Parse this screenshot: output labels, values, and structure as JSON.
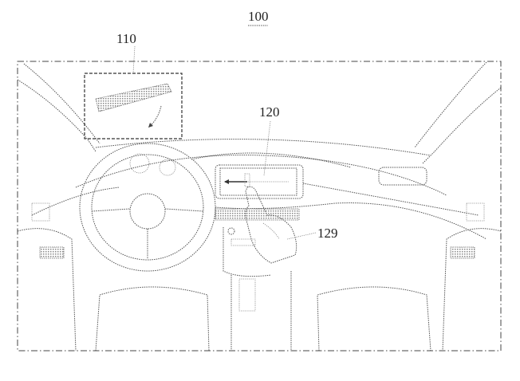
{
  "figure": {
    "labels": {
      "system": "100",
      "camera_view": "110",
      "display": "120",
      "hand": "129"
    }
  }
}
